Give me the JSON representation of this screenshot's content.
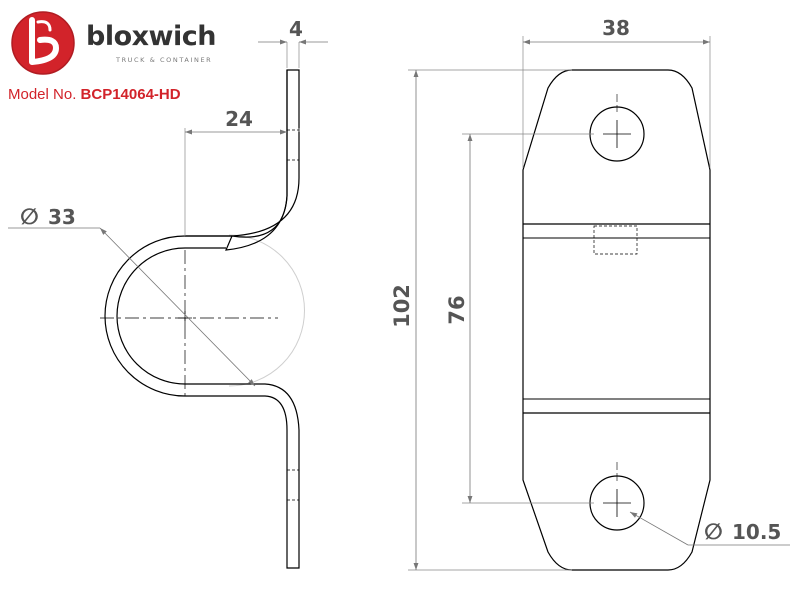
{
  "brand": {
    "name": "bloxwich",
    "tagline": "TRUCK & CONTAINER",
    "accent_color": "#d2232a"
  },
  "model": {
    "label": "Model No.",
    "number": "BCP14064-HD"
  },
  "dimensions": {
    "thickness": "4",
    "offset": "24",
    "inner_diameter": "33",
    "width": "38",
    "overall_length": "102",
    "hole_centers": "76",
    "hole_diameter": "10.5"
  },
  "symbols": {
    "diameter": "∅"
  }
}
